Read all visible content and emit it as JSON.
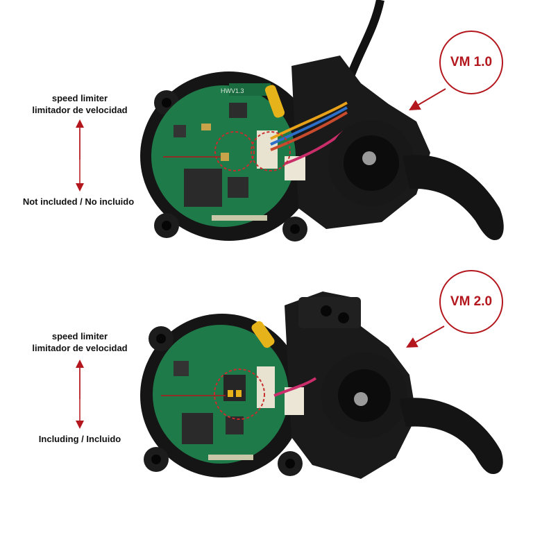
{
  "panels": [
    {
      "version_badge": "VM 1.0",
      "label_en": "speed limiter",
      "label_es": "limitador de velocidad",
      "status": "Not included / No incluido",
      "pcb_marking": "HWV1.3"
    },
    {
      "version_badge": "VM 2.0",
      "label_en": "speed limiter",
      "label_es": "limitador de velocidad",
      "status": "Including / Incluido"
    }
  ],
  "colors": {
    "accent_red": "#b3161c",
    "pcb_green": "#1f7a4a",
    "housing_black": "#161616",
    "background": "#ffffff"
  }
}
